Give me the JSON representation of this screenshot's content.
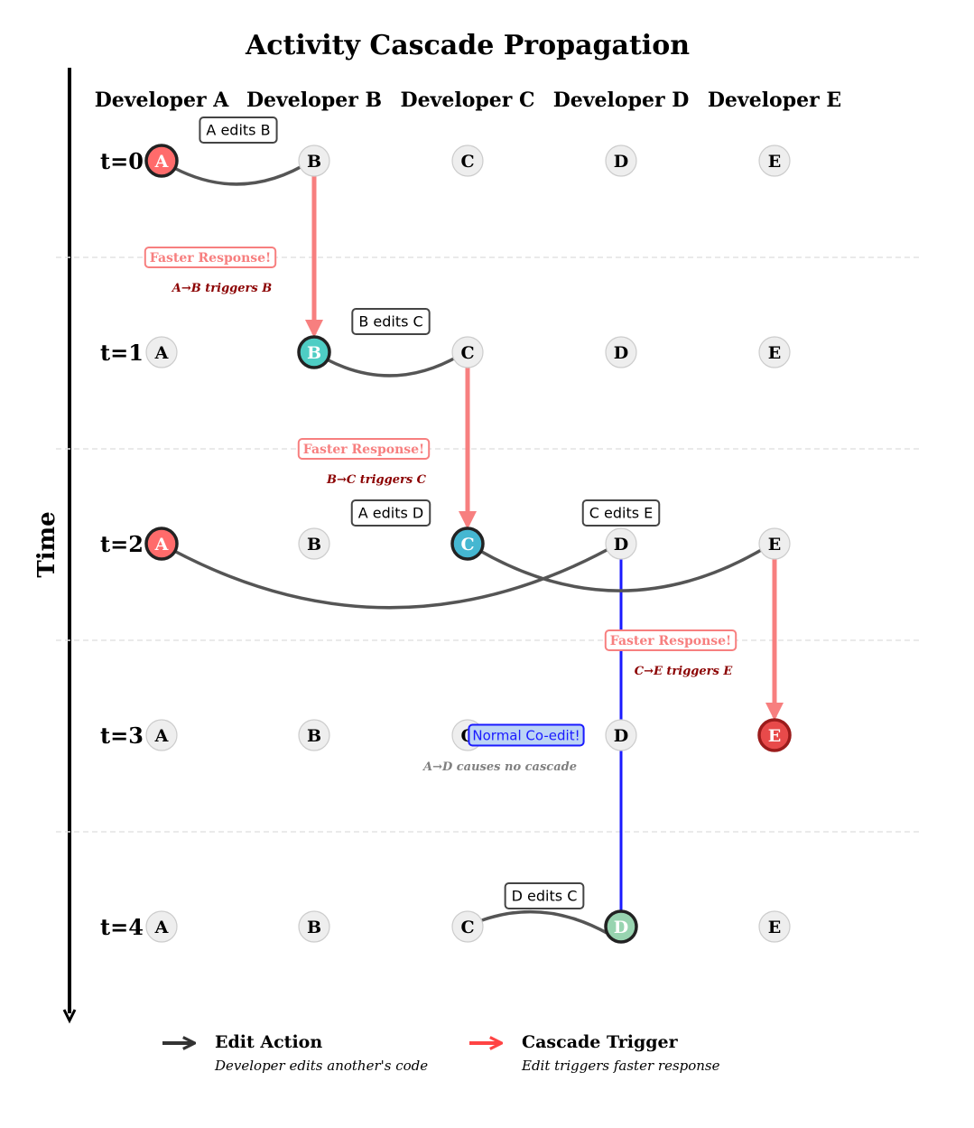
{
  "title": "Activity Cascade Propagation",
  "axis_label": "Time",
  "developers": [
    "Developer A",
    "Developer B",
    "Developer C",
    "Developer D",
    "Developer E"
  ],
  "node_letters": [
    "A",
    "B",
    "C",
    "D",
    "E"
  ],
  "time_labels": [
    "t=0",
    "t=1",
    "t=2",
    "t=3",
    "t=4"
  ],
  "colors": {
    "node_default": "#eeeeee",
    "node_border": "#cccccc",
    "red": "#ff6b6b",
    "teal": "#4ecdc4",
    "blue": "#45b7d1",
    "dark_red": "#e84a4a",
    "green": "#98d4b0",
    "edit_arrow": "#555555",
    "cascade": "#f77f7f",
    "normal_line": "#1a1aff",
    "trigger_text": "#8b0000",
    "gray_text": "#808080"
  },
  "highlighted_nodes": [
    {
      "time": 0,
      "dev": 0,
      "color": "red",
      "border": "#222222"
    },
    {
      "time": 1,
      "dev": 1,
      "color": "teal",
      "border": "#222222"
    },
    {
      "time": 2,
      "dev": 0,
      "color": "red",
      "border": "#222222"
    },
    {
      "time": 2,
      "dev": 2,
      "color": "blue",
      "border": "#222222"
    },
    {
      "time": 3,
      "dev": 4,
      "color": "dark_red",
      "border": "#9b1c1c"
    },
    {
      "time": 4,
      "dev": 3,
      "color": "green",
      "border": "#222222"
    }
  ],
  "edit_actions": [
    {
      "from_dev": 0,
      "to_dev": 1,
      "time": 0,
      "label": "A edits B"
    },
    {
      "from_dev": 1,
      "to_dev": 2,
      "time": 1,
      "label": "B edits C"
    },
    {
      "from_dev": 0,
      "to_dev": 3,
      "time": 2,
      "label": "A edits D"
    },
    {
      "from_dev": 2,
      "to_dev": 4,
      "time": 2,
      "label": "C edits E"
    },
    {
      "from_dev": 3,
      "to_dev": 2,
      "time": 4,
      "label": "D edits C"
    }
  ],
  "cascades": [
    {
      "dev": 1,
      "from_time": 0,
      "to_time": 1,
      "label": "Faster Response!",
      "note": "A→B triggers B"
    },
    {
      "dev": 2,
      "from_time": 1,
      "to_time": 2,
      "label": "Faster Response!",
      "note": "B→C triggers C"
    },
    {
      "dev": 4,
      "from_time": 2,
      "to_time": 3,
      "label": "Faster Response!",
      "note": "C→E triggers E"
    }
  ],
  "normal_coedit": {
    "dev": 3,
    "from_time": 2,
    "to_time": 4,
    "label": "Normal Co-edit!",
    "note": "A→D causes no cascade"
  },
  "legend": [
    {
      "title": "Edit Action",
      "subtitle": "Developer edits another's code",
      "color": "edit_arrow"
    },
    {
      "title": "Cascade Trigger",
      "subtitle": "Edit triggers faster response",
      "color": "cascade"
    }
  ]
}
